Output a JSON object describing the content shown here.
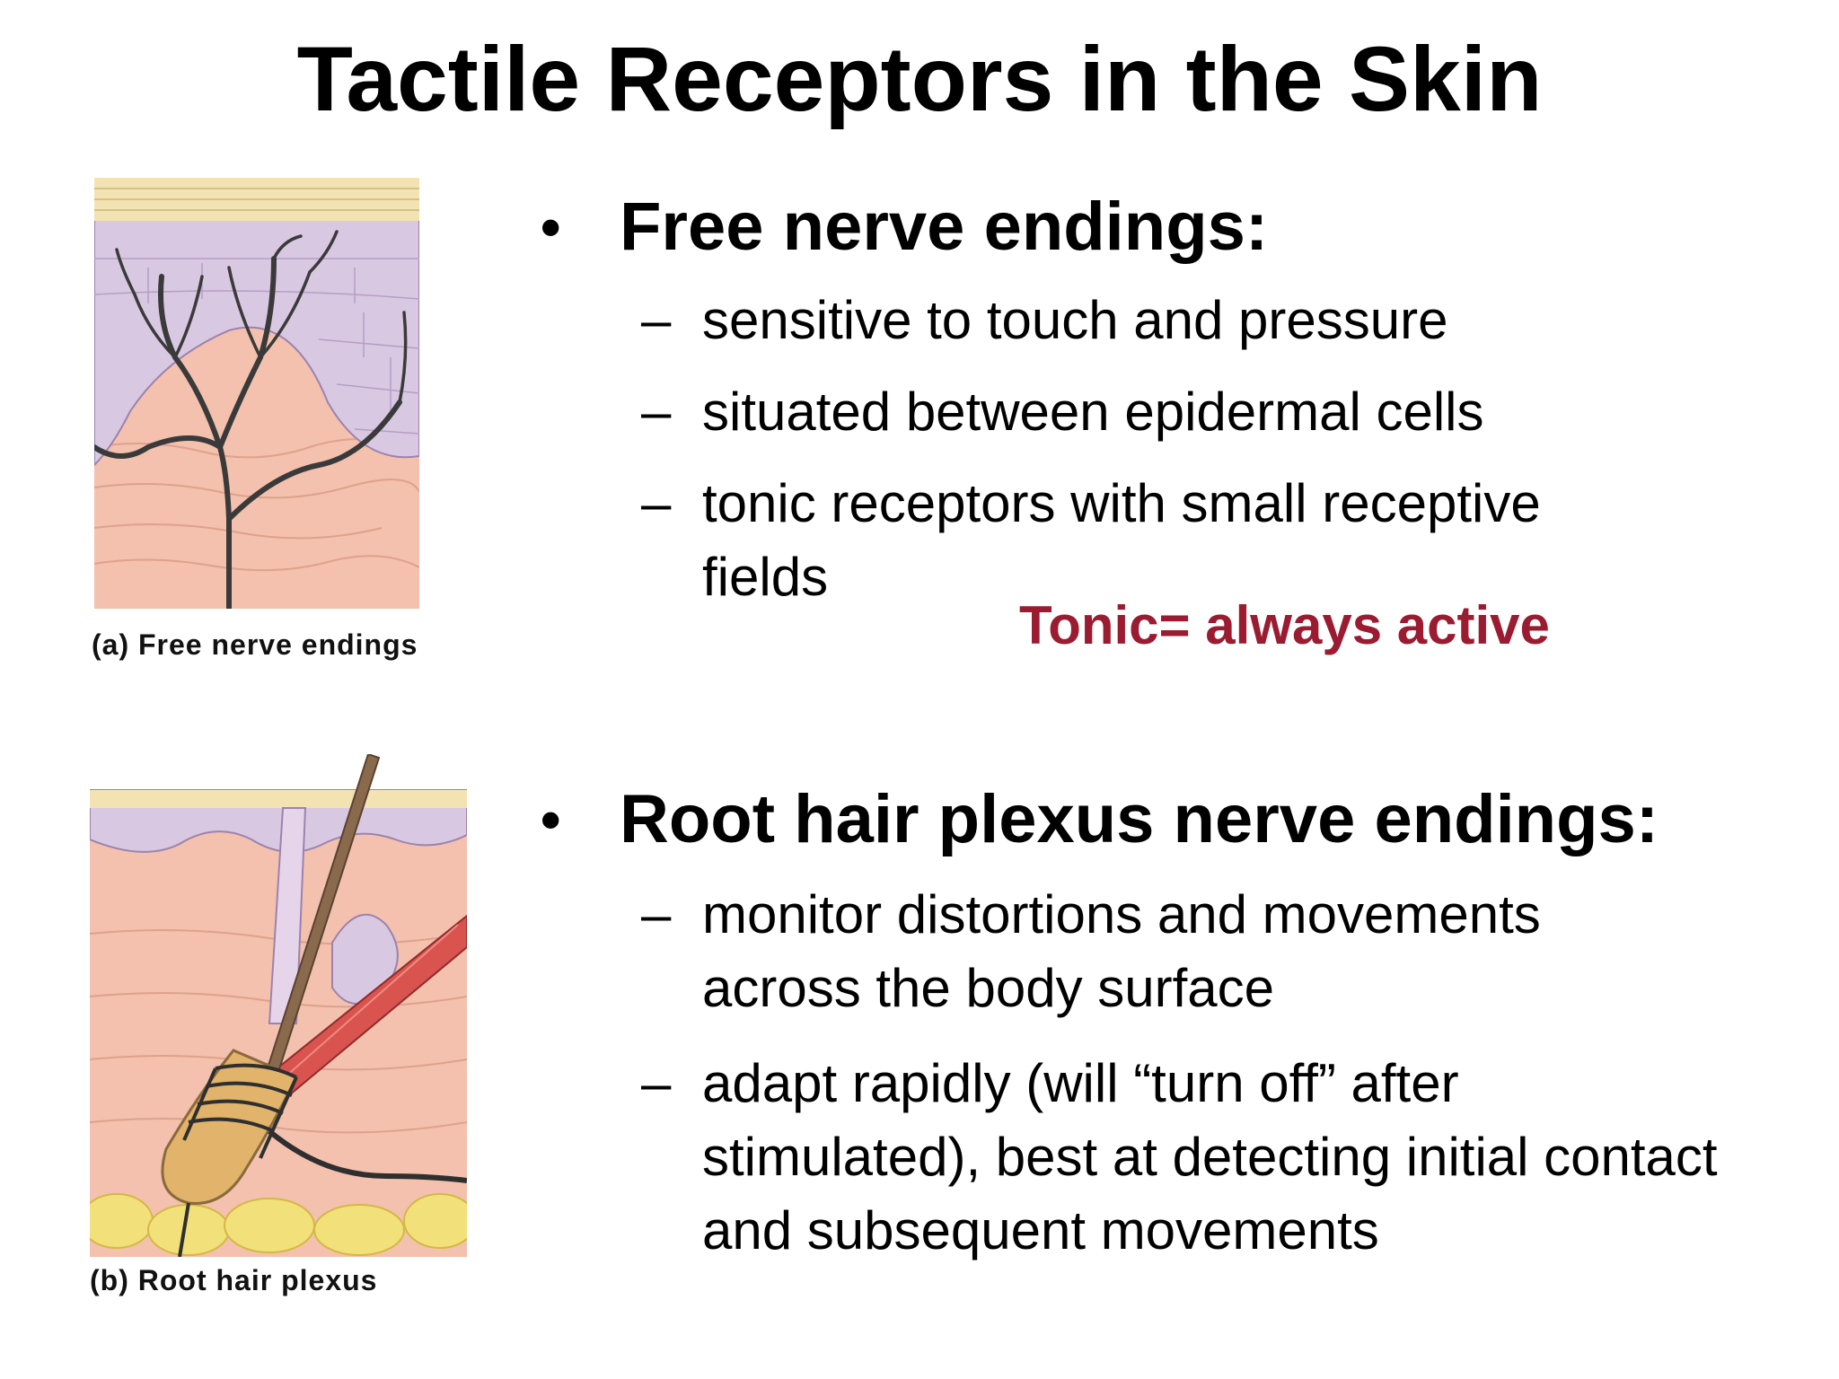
{
  "title": "Tactile Receptors in the Skin",
  "figures": {
    "a_caption": "(a) Free nerve endings",
    "b_caption": "(b) Root hair plexus"
  },
  "section1": {
    "heading": "Free nerve endings:",
    "items": [
      "sensitive to touch and pressure",
      "situated between epidermal cells",
      "tonic receptors with small receptive fields"
    ],
    "note": "Tonic= always active"
  },
  "section2": {
    "heading": "Root hair plexus nerve endings:",
    "items": [
      "monitor distortions and movements across the body surface",
      "adapt rapidly (will “turn off” after stimulated), best at detecting initial contact and subsequent movements"
    ]
  },
  "symbols": {
    "bullet": "•",
    "dash": "–"
  },
  "colors": {
    "note": "#9b1b30",
    "skin": "#f3c1ad",
    "epidermis": "#d9c8e2",
    "surface": "#f3e3b3"
  }
}
